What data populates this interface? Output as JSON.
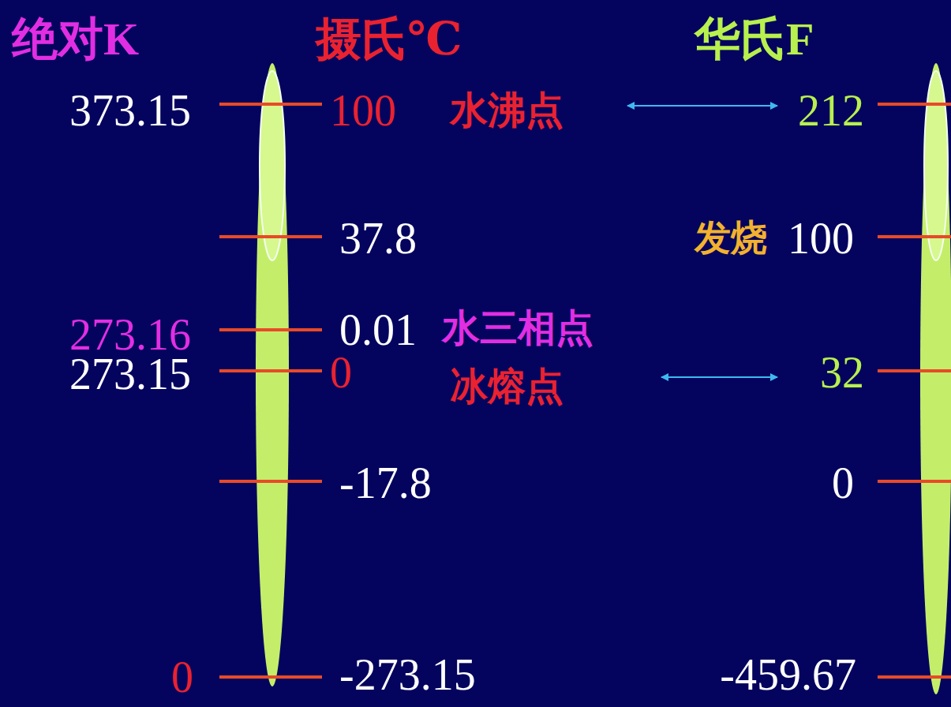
{
  "diagram": {
    "labels": [
      "绝对K",
      "摄氏℃",
      "华氏F",
      "373.15",
      "100",
      "水沸点",
      "212",
      "37.8",
      "发烧",
      "100",
      "273.16",
      "0.01",
      "水三相点",
      "273.15",
      "0",
      "冰熔点",
      "32",
      "-17.8",
      "0",
      "0",
      "-273.15",
      "-459.67"
    ]
  }
}
